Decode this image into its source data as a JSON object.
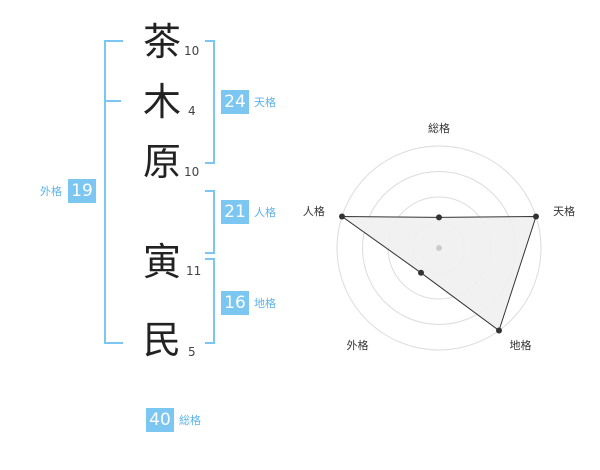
{
  "name": {
    "chars": [
      {
        "char": "茶",
        "strokes": "10"
      },
      {
        "char": "木",
        "strokes": "4"
      },
      {
        "char": "原",
        "strokes": "10"
      },
      {
        "char": "寅",
        "strokes": "11"
      },
      {
        "char": "民",
        "strokes": "5"
      }
    ]
  },
  "scores": {
    "tenkaku": {
      "value": "24",
      "label": "天格"
    },
    "jinkaku": {
      "value": "21",
      "label": "人格"
    },
    "chikaku": {
      "value": "16",
      "label": "地格"
    },
    "gaikaku": {
      "value": "19",
      "label": "外格"
    },
    "soukaku": {
      "value": "40",
      "label": "総格"
    }
  },
  "radar": {
    "axes": [
      {
        "label": "総格",
        "level": 0.3
      },
      {
        "label": "天格",
        "level": 1.0
      },
      {
        "label": "地格",
        "level": 1.0
      },
      {
        "label": "外格",
        "level": 0.3
      },
      {
        "label": "人格",
        "level": 1.0
      }
    ],
    "rings": 4,
    "colors": {
      "fill": "#f0f0f0",
      "stroke": "#333333",
      "ring": "#dcdcdc",
      "dot": "#333333",
      "center": "#cccccc"
    }
  }
}
